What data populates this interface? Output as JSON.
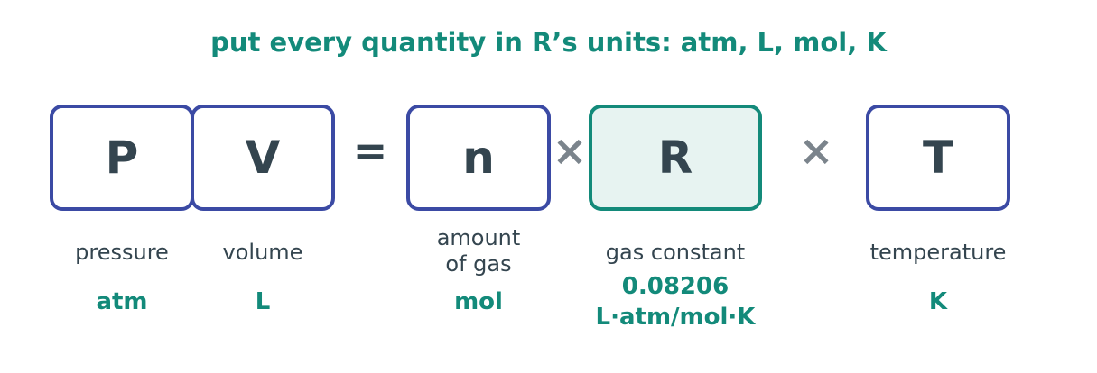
{
  "title": "put every quantity in R’s units: atm, L, mol, K",
  "colors": {
    "box_border": "#3b4aa4",
    "accent": "#138a7a",
    "accent_fill": "#e7f3f1",
    "text": "#34454f",
    "operator": "#7b848c"
  },
  "terms": [
    {
      "symbol": "P",
      "label": "pressure",
      "unit": "atm"
    },
    {
      "symbol": "V",
      "label": "volume",
      "unit": "L"
    },
    {
      "symbol": "n",
      "label_line1": "amount",
      "label_line2": "of gas",
      "unit": "mol"
    },
    {
      "symbol": "R",
      "label": "gas constant",
      "value": "0.08206",
      "unit": "L·atm/mol·K"
    },
    {
      "symbol": "T",
      "label": "temperature",
      "unit": "K"
    }
  ],
  "operators": {
    "equals": "=",
    "times1": "×",
    "times2": "×"
  }
}
